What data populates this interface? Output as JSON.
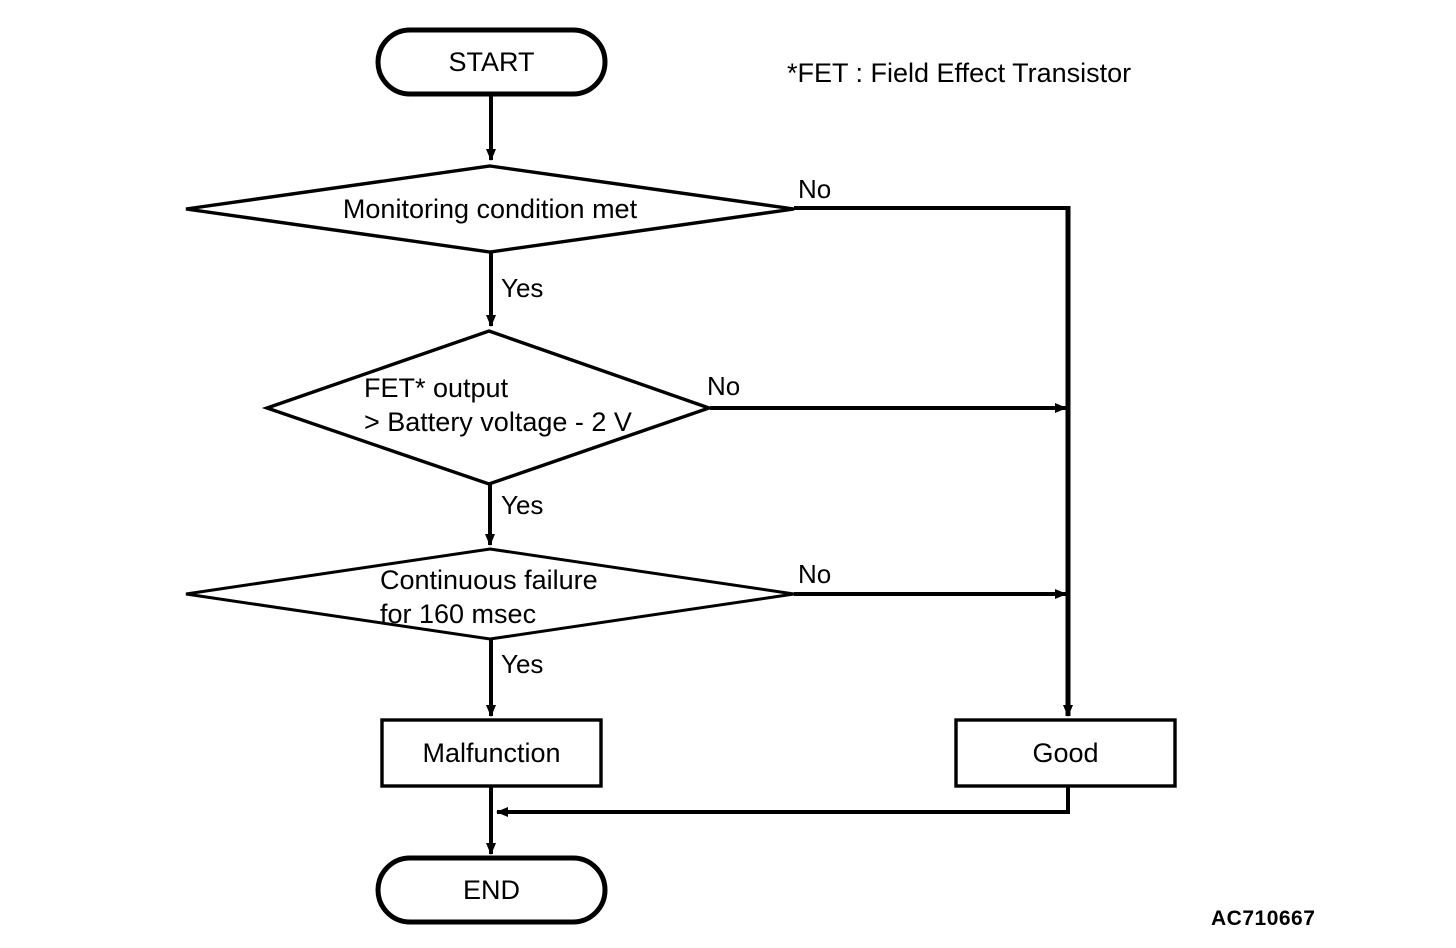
{
  "figure": {
    "id_label": "AC710667",
    "note": "*FET : Field Effect Transistor",
    "stroke_color": "#000000",
    "background_color": "#ffffff"
  },
  "nodes": {
    "start": {
      "label": "START",
      "shape": "terminator"
    },
    "decision_monitoring": {
      "label": "Monitoring condition met",
      "shape": "decision"
    },
    "decision_fet": {
      "line1": "FET* output",
      "line2": "> Battery voltage - 2 V",
      "shape": "decision"
    },
    "decision_continuous": {
      "line1": "Continuous failure",
      "line2": "for 160 msec",
      "shape": "decision"
    },
    "malfunction": {
      "label": "Malfunction",
      "shape": "process"
    },
    "good": {
      "label": "Good",
      "shape": "process"
    },
    "end": {
      "label": "END",
      "shape": "terminator"
    }
  },
  "edge_labels": {
    "no_monitoring": "No",
    "yes_monitoring": "Yes",
    "no_fet": "No",
    "yes_fet": "Yes",
    "no_continuous": "No",
    "yes_continuous": "Yes"
  }
}
